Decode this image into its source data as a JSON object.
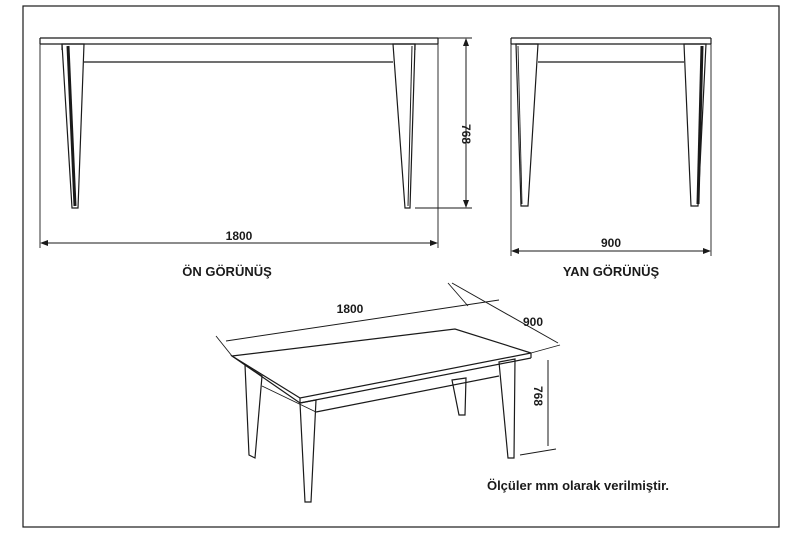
{
  "views": {
    "front": {
      "title": "ÖN GÖRÜNÜŞ",
      "width_label": "1800",
      "height_label": "768"
    },
    "side": {
      "title": "YAN GÖRÜNÜŞ",
      "width_label": "900"
    },
    "perspective": {
      "length_label": "1800",
      "depth_label": "900",
      "height_label": "768"
    }
  },
  "note": "Ölçüler mm olarak verilmiştir.",
  "colors": {
    "line": "#1a1a1a",
    "leg_dark": "#222222",
    "background": "#ffffff"
  }
}
